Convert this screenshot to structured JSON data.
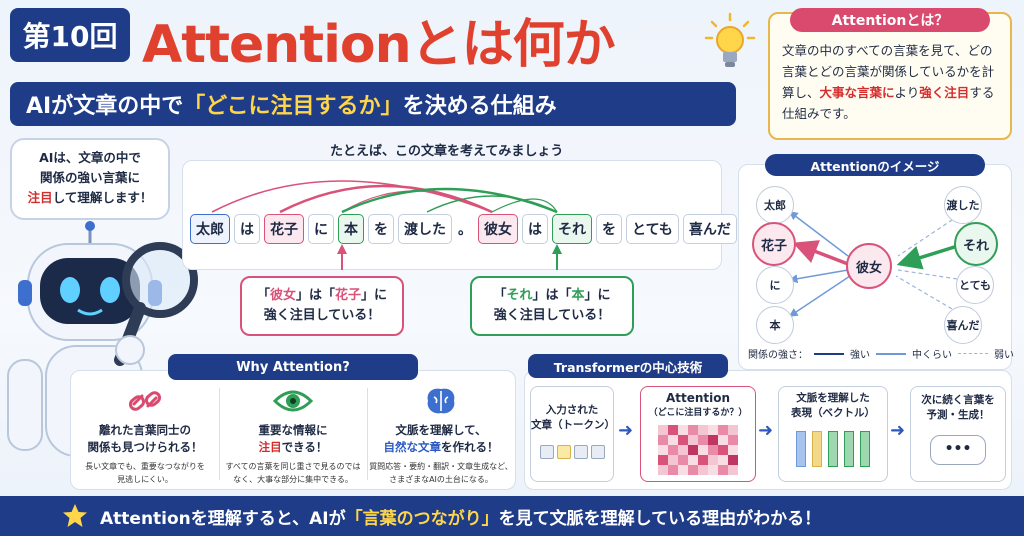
{
  "header": {
    "episode": "第10回",
    "title": "Attentionとは何か",
    "subtitle_pre": "AIが文章の中で",
    "subtitle_hl": "「どこに注目するか」",
    "subtitle_post": "を決める仕組み"
  },
  "definition": {
    "title": "Attentionとは？",
    "text_pre": "文章の中のすべての言葉を見て、どの言葉とどの言葉が関係しているかを計算し、",
    "text_red1": "大事な言葉に",
    "text_mid": "より",
    "text_red2": "強く注目",
    "text_post": "する仕組みです。"
  },
  "robot_speech": {
    "line1": "AIは、文章の中で",
    "line2": "関係の強い言葉に",
    "red": "注目",
    "line3_post": "して理解します！"
  },
  "example": {
    "caption": "たとえば、この文章を考えてみましょう",
    "tokens": [
      "太郎",
      "は",
      "花子",
      "に",
      "本",
      "を",
      "渡した",
      "。",
      "彼女",
      "は",
      "それ",
      "を",
      "とても",
      "喜んだ",
      "。"
    ],
    "note_pink": {
      "q1": "「",
      "w1": "彼女",
      "q2": "」は「",
      "w2": "花子",
      "q3": "」に",
      "line2": "強く注目している！"
    },
    "note_green": {
      "q1": "「",
      "w1": "それ",
      "q2": "」は「",
      "w2": "本",
      "q3": "」に",
      "line2": "強く注目している！"
    }
  },
  "image_panel": {
    "title": "Attentionのイメージ",
    "center": "彼女",
    "left_nodes": [
      "太郎",
      "花子",
      "に",
      "本"
    ],
    "right_nodes": [
      "渡した",
      "それ",
      "とても",
      "喜んだ"
    ],
    "legend_label": "関係の強さ：",
    "legend_strong": "強い",
    "legend_mid": "中くらい",
    "legend_weak": "弱い"
  },
  "why": {
    "title": "Why Attention?",
    "items": [
      {
        "h1": "離れた言葉同士の",
        "h2": "関係も見つけられる！",
        "d1": "長い文章でも、重要なつながりを",
        "d2": "見逃しにくい。",
        "icon": "link-icon"
      },
      {
        "h1": "重要な情報に",
        "h2_red": "注目",
        "h2": "できる！",
        "d1": "すべての言葉を同じ重さで見るのでは",
        "d2": "なく、大事な部分に集中できる。",
        "icon": "eye-icon"
      },
      {
        "h1": "文脈を理解して、",
        "h2_blue": "自然な文章",
        "h2": "を作れる！",
        "d1": "質問応答・要約・翻訳・文章生成など、",
        "d2": "さまざまなAIの土台になる。",
        "icon": "brain-icon"
      }
    ]
  },
  "transformer": {
    "title": "Transformerの中心技術",
    "step1": {
      "l1": "入力された",
      "l2": "文章（トークン）"
    },
    "step2": {
      "l1": "Attention",
      "l2": "（どこに注目するか？）"
    },
    "step3": {
      "l1": "文脈を理解した",
      "l2": "表現（ベクトル）"
    },
    "step4": {
      "l1": "次に続く言葉を",
      "l2": "予測・生成！",
      "bubble": "•••"
    }
  },
  "footer": {
    "pre": "Attentionを理解すると、AIが",
    "hl": "「言葉のつながり」",
    "post": "を見て文脈を理解している理由がわかる！"
  },
  "colors": {
    "navy": "#1f3c88",
    "red": "#e0412f",
    "pink": "#d9527a",
    "green": "#2f9e57",
    "yellow": "#ffd54a"
  }
}
